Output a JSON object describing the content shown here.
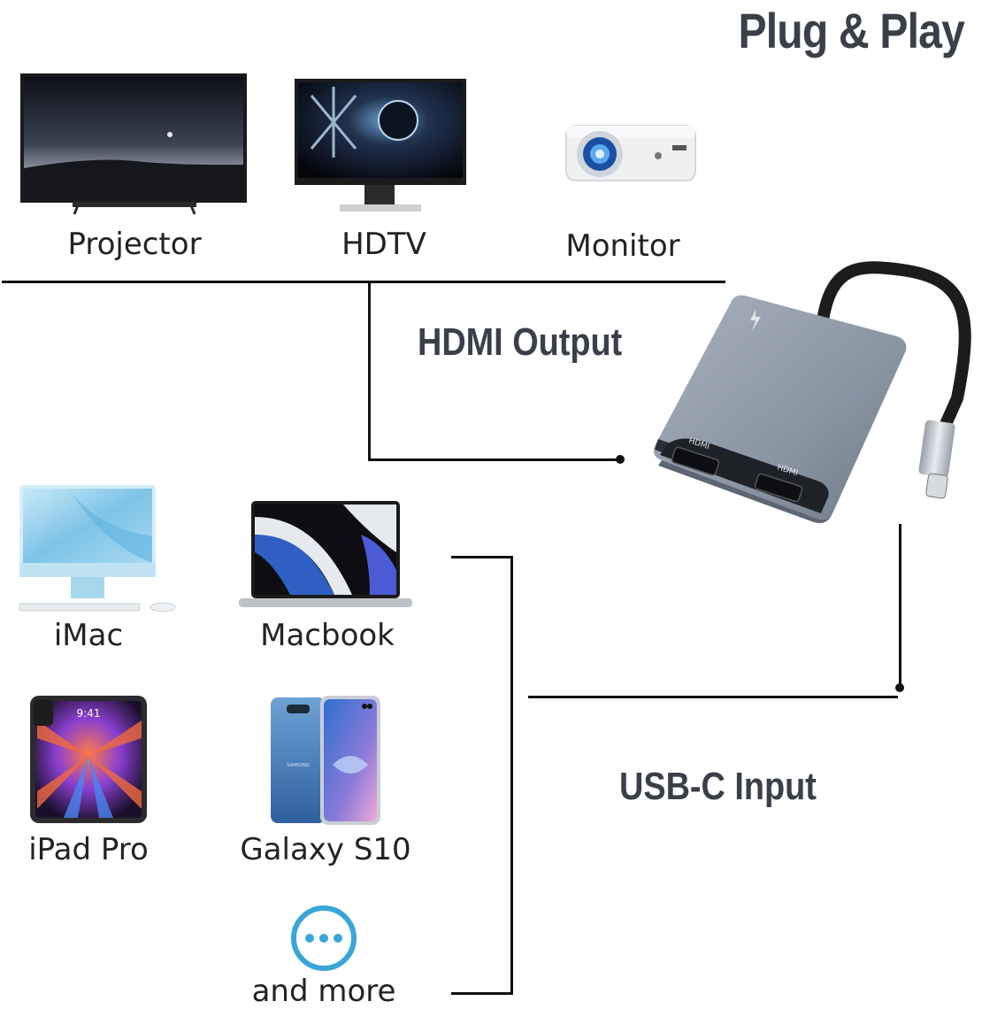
{
  "header": {
    "title": "Plug & Play"
  },
  "output_section": {
    "label": "HDMI Output",
    "devices": [
      {
        "label": "Projector",
        "icon": "tv-icon"
      },
      {
        "label": "HDTV",
        "icon": "monitor-icon"
      },
      {
        "label": "Monitor",
        "icon": "projector-icon"
      }
    ]
  },
  "input_section": {
    "label": "USB-C Input",
    "devices": [
      {
        "label": "iMac",
        "icon": "imac-icon"
      },
      {
        "label": "Macbook",
        "icon": "macbook-icon"
      },
      {
        "label": "iPad Pro",
        "icon": "ipad-icon"
      },
      {
        "label": "Galaxy S10",
        "icon": "galaxy-icon"
      },
      {
        "label": "and more",
        "icon": "more-icon"
      }
    ]
  },
  "adapter": {
    "port_label": "HDMI",
    "tablet_time": "9:41",
    "brand_mark": "SAMSUNG"
  },
  "colors": {
    "title": "#3a3f4a",
    "adapter_body": "#8f9aa8",
    "accent_blue": "#3aa6d8",
    "line": "#111111"
  }
}
